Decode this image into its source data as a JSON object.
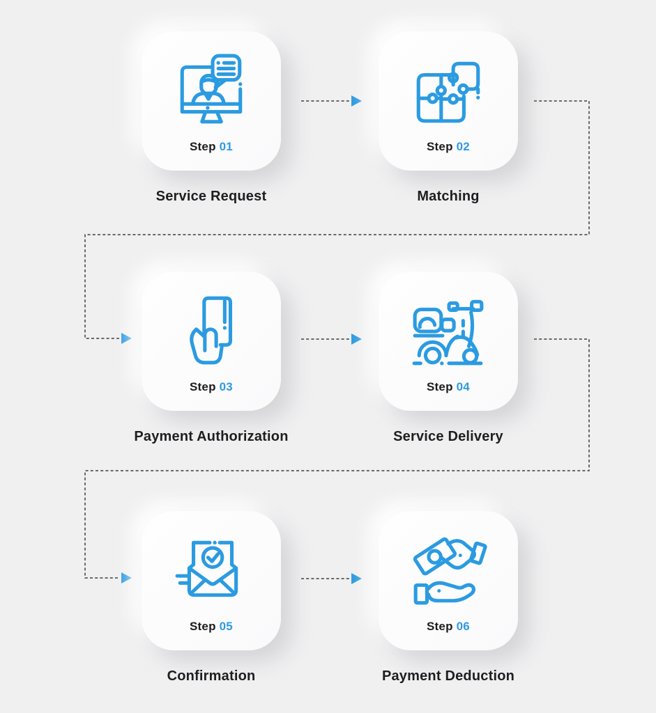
{
  "page": {
    "background": "#f0f0f1"
  },
  "colors": {
    "accent_blue": "#2b9be1",
    "arrowhead_blue": "#2e9be0",
    "connector_gray": "#3b3b3b",
    "title_text": "#1e1e20",
    "card_background": "#fbfbfc"
  },
  "steps": [
    {
      "step_label": "Step",
      "step_number": "01",
      "title": "Service Request",
      "icon": "monitor-chat-icon"
    },
    {
      "step_label": "Step",
      "step_number": "02",
      "title": "Matching",
      "icon": "puzzle-pieces-icon"
    },
    {
      "step_label": "Step",
      "step_number": "03",
      "title": "Payment Authorization",
      "icon": "hand-credit-card-icon"
    },
    {
      "step_label": "Step",
      "step_number": "04",
      "title": "Service Delivery",
      "icon": "delivery-scooter-icon"
    },
    {
      "step_label": "Step",
      "step_number": "05",
      "title": "Confirmation",
      "icon": "envelope-check-icon"
    },
    {
      "step_label": "Step",
      "step_number": "06",
      "title": "Payment Deduction",
      "icon": "money-exchange-hands-icon"
    }
  ]
}
